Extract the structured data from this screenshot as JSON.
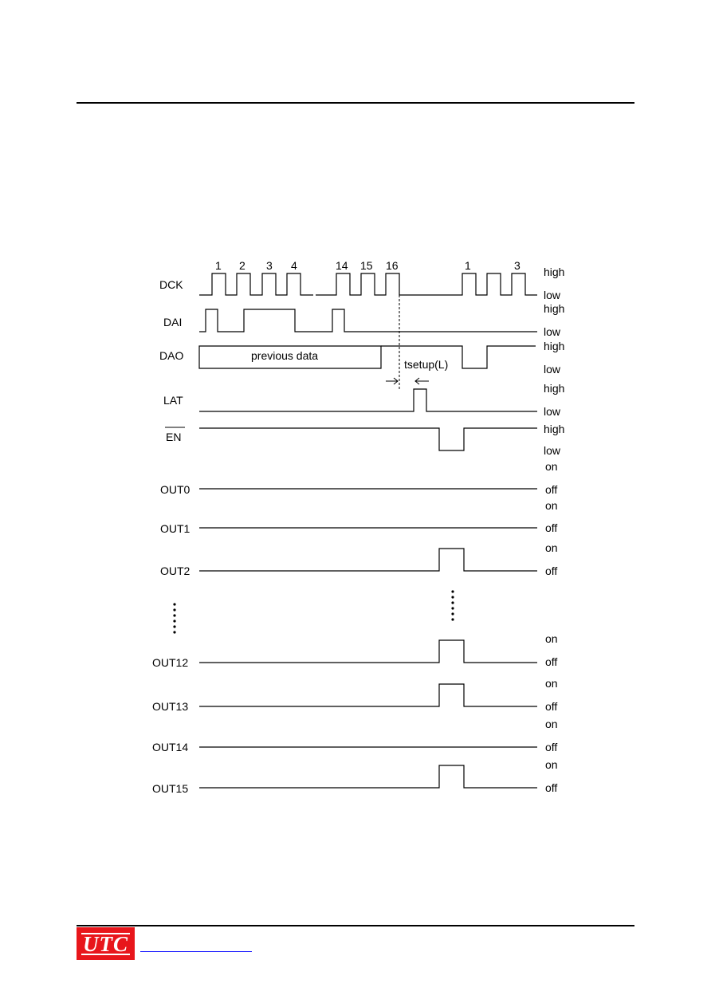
{
  "signals": [
    {
      "id": "dck",
      "name": "DCK",
      "states": [
        "high",
        "low"
      ]
    },
    {
      "id": "dai",
      "name": "DAI",
      "states": [
        "high",
        "low"
      ]
    },
    {
      "id": "dao",
      "name": "DAO",
      "states": [
        "high",
        "low"
      ]
    },
    {
      "id": "lat",
      "name": "LAT",
      "states": [
        "high",
        "low"
      ]
    },
    {
      "id": "en",
      "name": "EN",
      "overline": true,
      "states": [
        "high",
        "low"
      ]
    },
    {
      "id": "out0",
      "name": "OUT0",
      "states": [
        "on",
        "off"
      ]
    },
    {
      "id": "out1",
      "name": "OUT1",
      "states": [
        "on",
        "off"
      ]
    },
    {
      "id": "out2",
      "name": "OUT2",
      "states": [
        "on",
        "off"
      ]
    },
    {
      "id": "out12",
      "name": "OUT12",
      "states": [
        "on",
        "off"
      ]
    },
    {
      "id": "out13",
      "name": "OUT13",
      "states": [
        "on",
        "off"
      ]
    },
    {
      "id": "out14",
      "name": "OUT14",
      "states": [
        "on",
        "off"
      ]
    },
    {
      "id": "out15",
      "name": "OUT15",
      "states": [
        "on",
        "off"
      ]
    }
  ],
  "clock_pulse_labels": [
    "1",
    "2",
    "3",
    "4",
    "14",
    "15",
    "16",
    "1",
    "3"
  ],
  "dao_box_label": "previous data",
  "timing_label": "tsetup(L)",
  "logo_text": "UTC"
}
